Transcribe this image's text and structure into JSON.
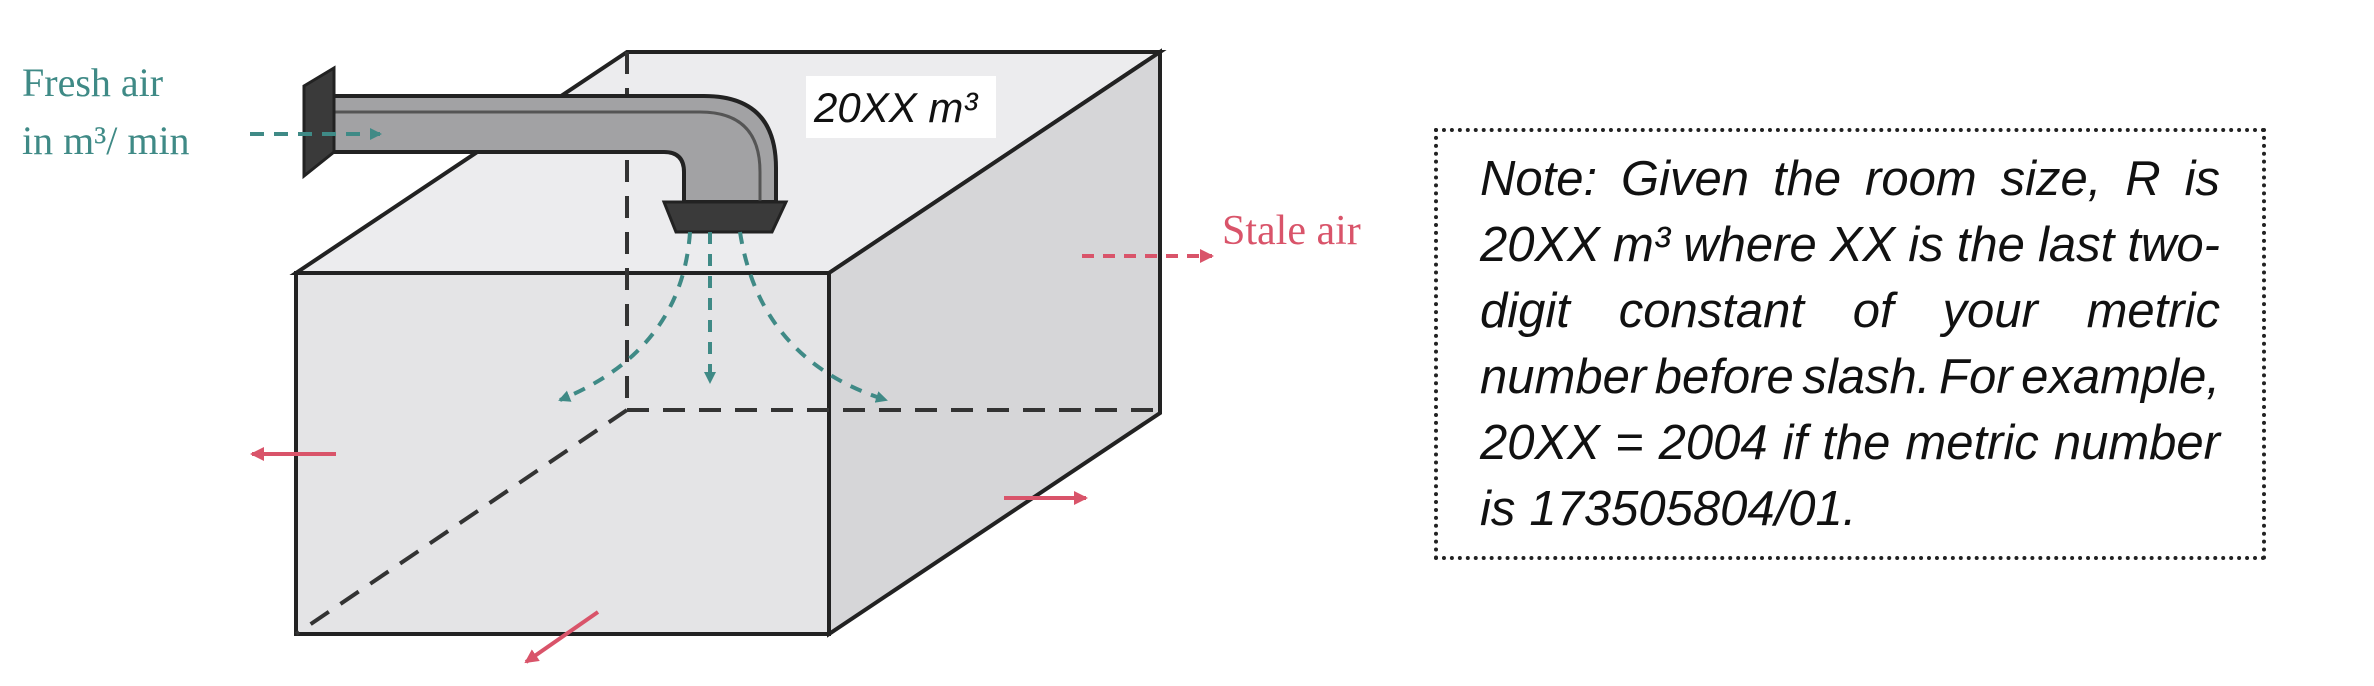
{
  "labels": {
    "fresh_air_line1": "Fresh air",
    "fresh_air_line2": "in m³/ min",
    "room_volume": "20XX m³",
    "stale_air": "Stale air"
  },
  "note": {
    "lines": [
      "Note: Given the room size, R is",
      "20XX m³ where XX is the last two-",
      "digit constant of your metric",
      "number before slash. For example,",
      "20XX = 2004 if the metric number",
      "is 173505804/01."
    ]
  },
  "colors": {
    "fresh_air": "#3f8a86",
    "stale_air": "#d9546a",
    "room_fill": "#e8e8ea",
    "duct_fill": "#9a9a9a",
    "outline": "#222222"
  }
}
